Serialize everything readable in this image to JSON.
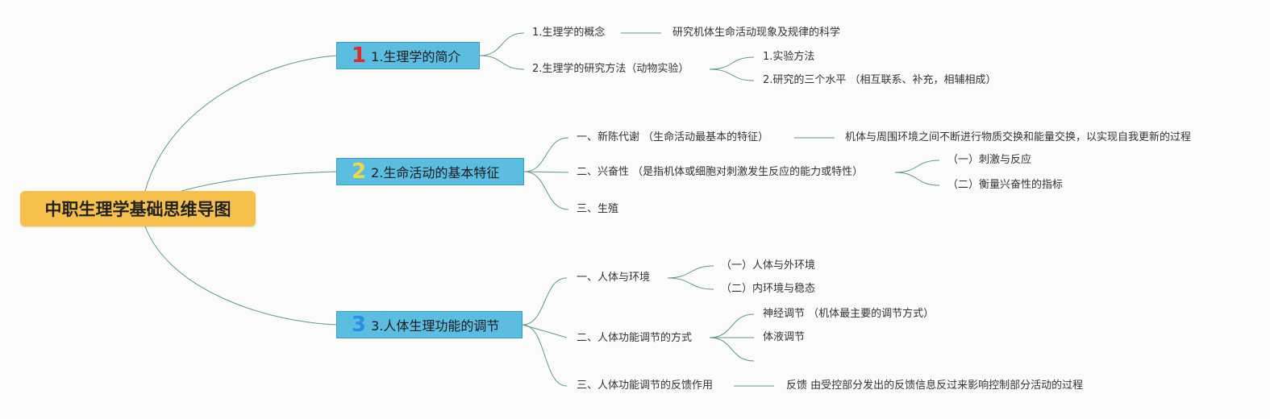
{
  "root": {
    "label": "中职生理学基础思维导图"
  },
  "colors": {
    "root_fill": "#f7c04a",
    "branch_fill": "#5bbde0",
    "link": "#5a9a8a",
    "num1": "#e02a2a",
    "num2": "#f0d840",
    "num3": "#2b8fe0"
  },
  "branches": [
    {
      "num": "1",
      "label": "1.生理学的简介",
      "children": [
        {
          "label": "1.生理学的概念",
          "detail": "研究机体生命活动现象及规律的科学"
        },
        {
          "label": "2.生理学的研究方法（动物实验）",
          "children": [
            "1.实验方法",
            "2.研究的三个水平 （相互联系、补充，相辅相成）"
          ]
        }
      ]
    },
    {
      "num": "2",
      "label": "2.生命活动的基本特征",
      "children": [
        {
          "label": "一、新陈代谢 （生命活动最基本的特征）",
          "detail": "机体与周围环境之间不断进行物质交换和能量交换，以实现自我更新的过程"
        },
        {
          "label": "二、兴奋性 （是指机体或细胞对刺激发生反应的能力或特性）",
          "children": [
            "（一）刺激与反应",
            "（二）衡量兴奋性的指标"
          ]
        },
        {
          "label": "三、生殖"
        }
      ]
    },
    {
      "num": "3",
      "label": "3.人体生理功能的调节",
      "children": [
        {
          "label": "一、人体与环境",
          "children": [
            "（一）人体与外环境",
            "（二）内环境与稳态"
          ]
        },
        {
          "label": "二、人体功能调节的方式",
          "children": [
            "神经调节 （机体最主要的调节方式）",
            "体液调节",
            ""
          ]
        },
        {
          "label": "三、人体功能调节的反馈作用",
          "detail": "反馈 由受控部分发出的反馈信息反过来影响控制部分活动的过程"
        }
      ]
    }
  ]
}
